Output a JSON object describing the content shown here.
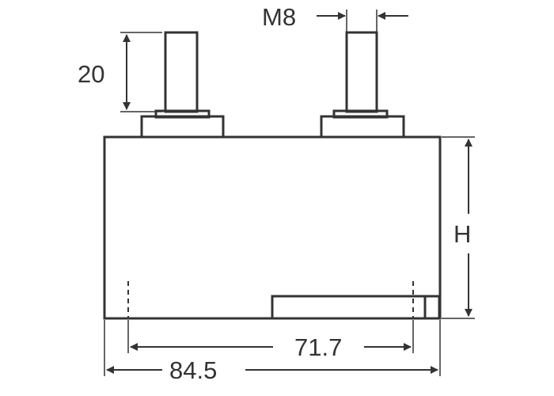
{
  "labels": {
    "thread_size": "M8",
    "stud_height": "20",
    "body_height": "H",
    "inner_width": "71.7",
    "overall_width": "84.5"
  },
  "colors": {
    "stroke": "#333333",
    "background": "#ffffff"
  }
}
